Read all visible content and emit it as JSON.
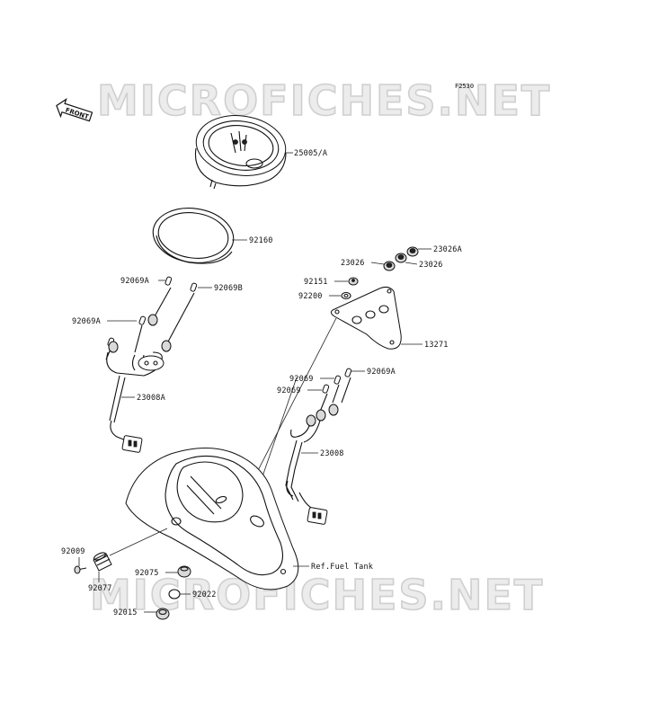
{
  "figure_code": "F2530",
  "front_label": "FRONT",
  "watermark": "MICROFICHES.NET",
  "parts": {
    "speedometer": "25005/A",
    "gasket": "92160",
    "nut_a_top": "23026A",
    "nut_left": "23026",
    "nut_right": "23026",
    "screw_bracket": "92151",
    "grommet": "92200",
    "bracket": "13271",
    "bulb_a_1": "92069A",
    "bulb_b": "92069B",
    "bulb_a_2": "92069A",
    "harness_a": "23008A",
    "bulb_right_1": "92069",
    "bulb_right_a": "92069A",
    "bulb_right_2": "92069",
    "harness": "23008",
    "screw": "92009",
    "collar": "92077",
    "grommet_cover": "92075",
    "washer": "92022",
    "cap": "92015",
    "fuel_tank_ref": "Ref.Fuel Tank"
  },
  "colors": {
    "line": "#222222",
    "watermark": "#cfcfcf"
  }
}
